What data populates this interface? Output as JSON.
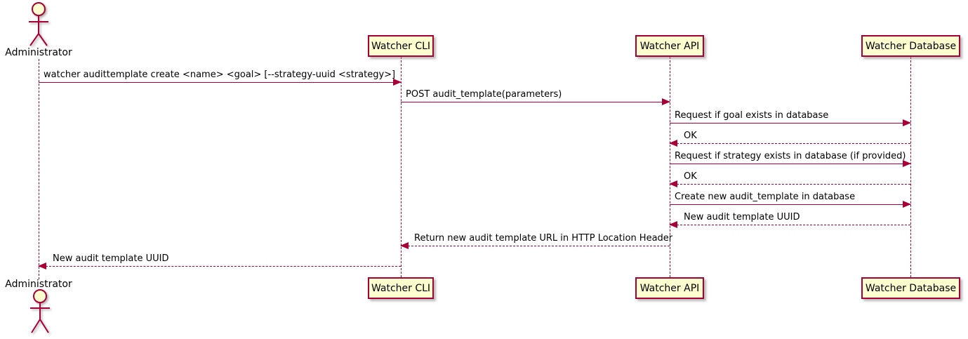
{
  "diagram_type": "uml-sequence",
  "colors": {
    "participant_fill": "#FEFECE",
    "border_and_lines": "#A80036",
    "text": "#000000",
    "background": "#ffffff"
  },
  "actor": {
    "label": "Administrator"
  },
  "participants": [
    {
      "label": "Watcher CLI"
    },
    {
      "label": "Watcher API"
    },
    {
      "label": "Watcher Database"
    }
  ],
  "messages": [
    {
      "from": "Administrator",
      "to": "Watcher CLI",
      "style": "solid",
      "label": "watcher audittemplate create <name> <goal> [--strategy-uuid <strategy>]"
    },
    {
      "from": "Watcher CLI",
      "to": "Watcher API",
      "style": "solid",
      "label": "POST audit_template(parameters)"
    },
    {
      "from": "Watcher API",
      "to": "Watcher Database",
      "style": "solid",
      "label": "Request if goal exists in database"
    },
    {
      "from": "Watcher Database",
      "to": "Watcher API",
      "style": "dashed",
      "label": "OK"
    },
    {
      "from": "Watcher API",
      "to": "Watcher Database",
      "style": "solid",
      "label": "Request if strategy exists in database (if provided)"
    },
    {
      "from": "Watcher Database",
      "to": "Watcher API",
      "style": "dashed",
      "label": "OK"
    },
    {
      "from": "Watcher API",
      "to": "Watcher Database",
      "style": "solid",
      "label": "Create new audit_template in database"
    },
    {
      "from": "Watcher Database",
      "to": "Watcher API",
      "style": "dashed",
      "label": "New audit template UUID"
    },
    {
      "from": "Watcher API",
      "to": "Watcher CLI",
      "style": "dashed",
      "label": "Return new audit template URL in HTTP Location Header"
    },
    {
      "from": "Watcher CLI",
      "to": "Administrator",
      "style": "dashed",
      "label": "New audit template UUID"
    }
  ]
}
